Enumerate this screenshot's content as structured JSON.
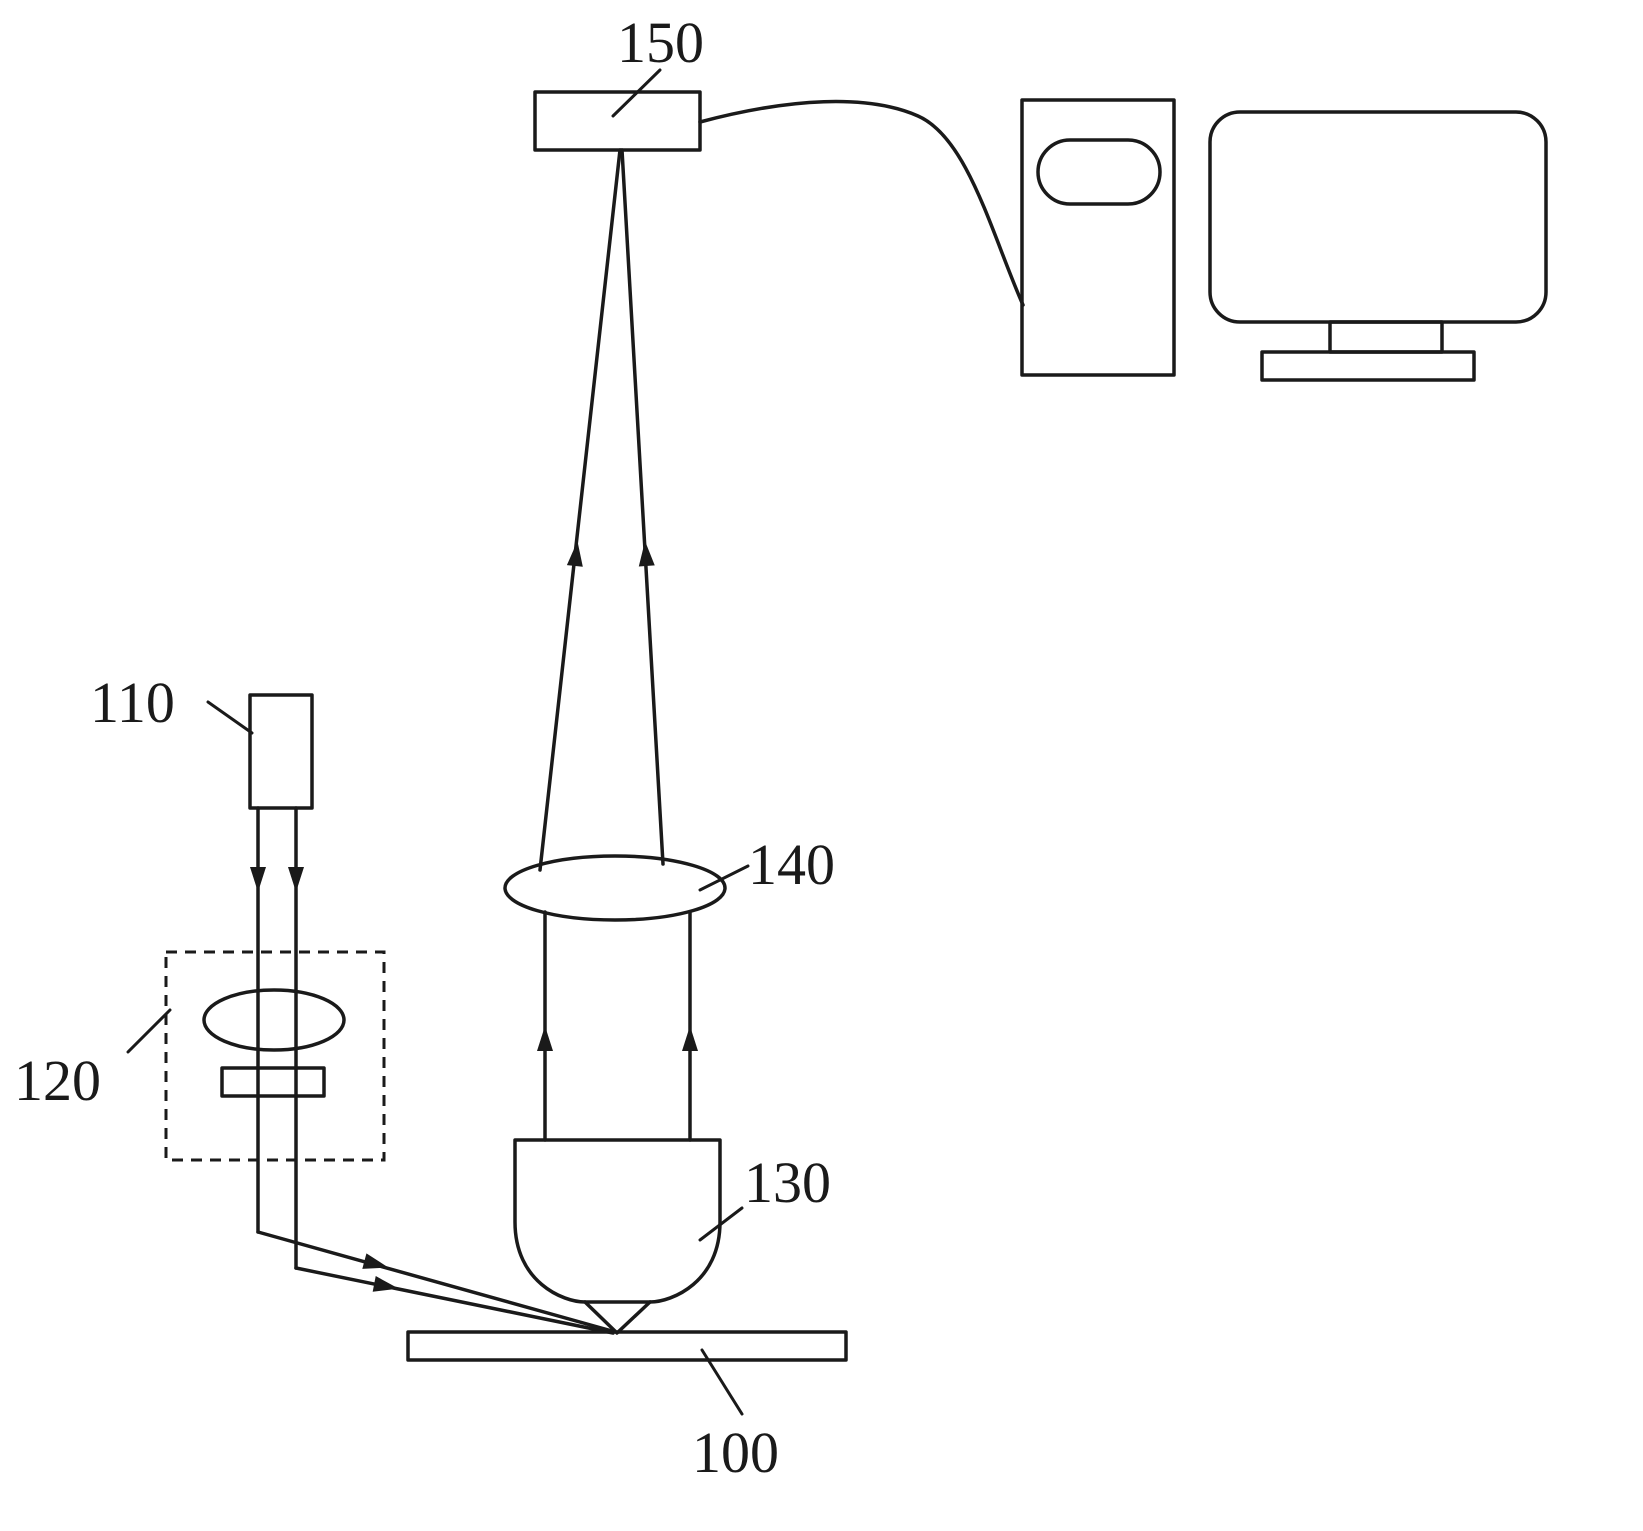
{
  "diagram": {
    "title": "Optical inspection system schematic (patent-style figure)",
    "labels": {
      "sample": "100",
      "laser": "110",
      "beam_module": "120",
      "objective": "130",
      "tube_lens": "140",
      "detector": "150"
    },
    "components": {
      "detector": "detector / camera block connected by cable to computer tower",
      "computer": "computer tower with slot, beside display monitor",
      "tube_lens": "converging lens focusing collected light onto detector",
      "objective": "objective lens above sample focal point",
      "sample": "flat sample stage",
      "laser": "illumination source with downward beam",
      "beam_module": "dashed module containing lens and aperture, beam exits at an angle to sample focal point"
    },
    "colors": {
      "stroke": "#1a1a1a",
      "background": "#ffffff"
    }
  }
}
